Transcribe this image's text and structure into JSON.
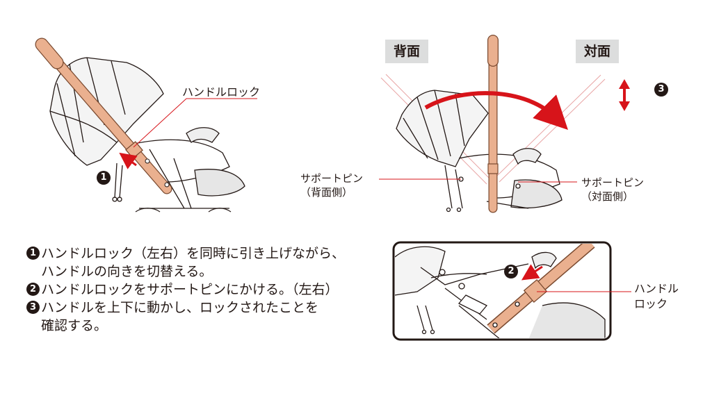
{
  "figure1": {
    "label_handle_lock": "ハンドルロック",
    "marker_1": "1"
  },
  "figure2": {
    "label_back": "背面",
    "label_front": "対面",
    "marker_3": "3",
    "support_pin_back": [
      "サポートピン",
      "（背面側）"
    ],
    "support_pin_front": [
      "サポートピン",
      "（対面側）"
    ]
  },
  "figure3": {
    "marker_2": "2",
    "label_handle_lock": [
      "ハンドル",
      "ロック"
    ]
  },
  "instructions": [
    {
      "num": "1",
      "lines": [
        "ハンドルロック（左右）を同時に引き上げながら、",
        "ハンドルの向きを切替える。"
      ]
    },
    {
      "num": "2",
      "lines": [
        "ハンドルロックをサポートピンにかける。（左右）"
      ]
    },
    {
      "num": "3",
      "lines": [
        "ハンドルを上下に動かし、ロックされたことを",
        "確認する。"
      ]
    }
  ],
  "colors": {
    "handle": "#eab08f",
    "handle_stroke": "#7a4a30",
    "arrow_red": "#d7141a",
    "line": "#231815",
    "label_bg": "#dcdddd"
  }
}
